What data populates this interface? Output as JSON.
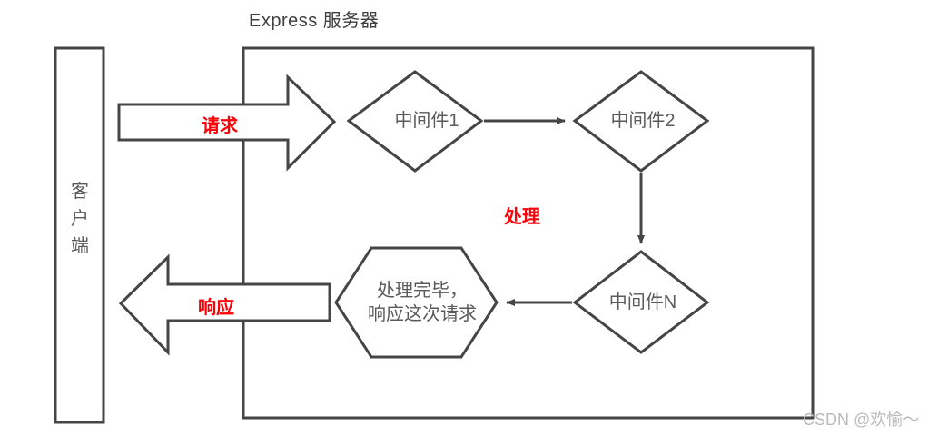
{
  "diagram": {
    "title": "Express 服务器",
    "client_box": {
      "label": "客户端",
      "name": "client-box"
    },
    "arrows": {
      "request": {
        "label": "请求",
        "color": "#fb0007",
        "direction": "right"
      },
      "response": {
        "label": "响应",
        "color": "#fb0007",
        "direction": "left"
      },
      "process": {
        "label": "处理",
        "color": "#fb0007"
      }
    },
    "nodes": [
      {
        "id": "mid1",
        "shape": "diamond",
        "label": "中间件1"
      },
      {
        "id": "mid2",
        "shape": "diamond",
        "label": "中间件2"
      },
      {
        "id": "midn",
        "shape": "diamond",
        "label": "中间件N"
      },
      {
        "id": "hex",
        "shape": "hexagon",
        "label": "处理完毕，\n响应这次请求"
      }
    ],
    "watermark": "CSDN @欢愉～",
    "colors": {
      "stroke": "#454545",
      "text": "#5a5a5a",
      "accent": "#fb0007",
      "background": "#ffffff",
      "watermark": "#b9b9b9"
    }
  }
}
